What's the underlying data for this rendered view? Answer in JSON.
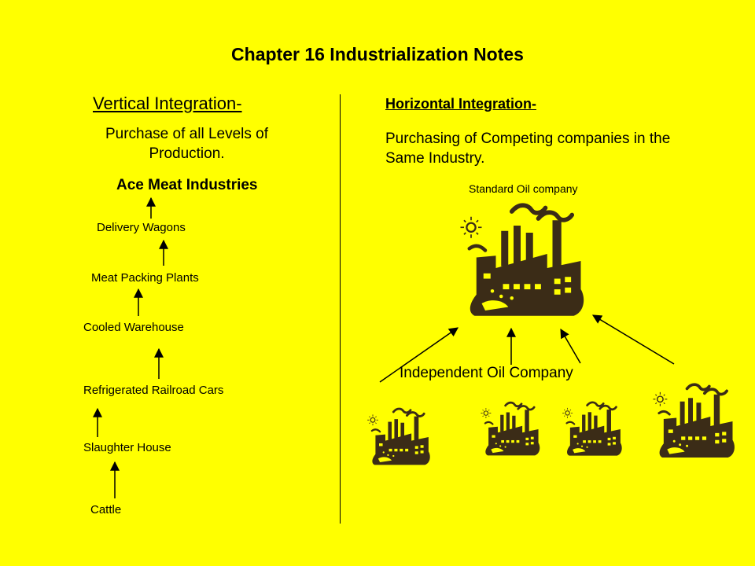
{
  "title": "Chapter 16 Industrialization Notes",
  "vertical": {
    "heading": "Vertical Integration-",
    "description": "Purchase of all Levels of Production.",
    "company": "Ace Meat Industries",
    "steps": [
      "Delivery Wagons",
      "Meat Packing Plants",
      "Cooled Warehouse",
      "Refrigerated Railroad Cars",
      "Slaughter House",
      "Cattle"
    ]
  },
  "horizontal": {
    "heading": "Horizontal Integration-",
    "description": "Purchasing of Competing companies in the Same Industry.",
    "company": "Standard Oil company",
    "independent": "Independent Oil Company"
  },
  "colors": {
    "background": "#ffff00",
    "factory": "#3b2c17",
    "window": "#ffff00"
  },
  "icons": {
    "factory": "factory-icon",
    "arrow": "arrow-up-icon"
  }
}
